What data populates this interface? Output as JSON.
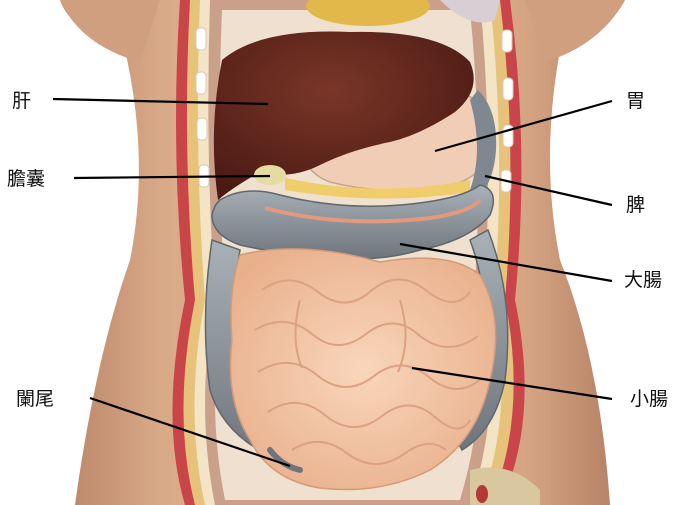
{
  "labels": {
    "liver": "肝",
    "gallbladder": "膽囊",
    "appendix": "闌尾",
    "stomach": "胃",
    "spleen": "脾",
    "large_intestine": "大腸",
    "small_intestine": "小腸"
  },
  "colors": {
    "skin": "#d8a887",
    "liver": "#5a2219",
    "stomach": "#f1cdb6",
    "colon": "#8e969e",
    "small_intestine": "#f6c9a8",
    "leader_line": "#000000"
  }
}
